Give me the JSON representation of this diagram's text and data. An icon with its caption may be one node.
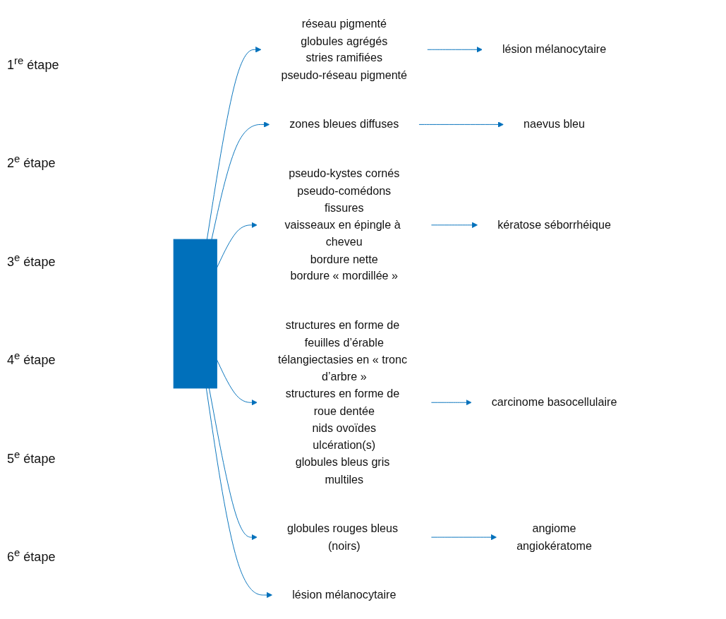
{
  "diagram": {
    "nodes": [
      {
        "text": [],
        "shape": "bar"
      },
      {
        "text": [
          "réseau pigmenté",
          "globules agrégés",
          "stries ramifiées",
          "pseudo-réseau pigmenté"
        ]
      },
      {
        "text": [
          "lésion mélanocytaire"
        ]
      },
      {
        "text": [
          "zones bleues diffuses"
        ]
      },
      {
        "text": [
          "naevus bleu"
        ]
      },
      {
        "text": [
          "pseudo-kystes cornés",
          "pseudo-comédons",
          "fissures",
          "vaisseaux en épingle à cheveu",
          "bordure nette",
          "bordure « mordillée »"
        ]
      },
      {
        "text": [
          "kératose séborrhéique"
        ]
      },
      {
        "text": [
          "structures en forme de feuilles d’érable",
          "télangiectasies en « tronc d’arbre »",
          "structures en forme de roue dentée",
          "nids ovoïdes",
          "ulcération(s)",
          "globules bleus gris multiles"
        ]
      },
      {
        "text": [
          "carcinome basocellulaire"
        ]
      },
      {
        "text": [
          "globules rouges bleus (noirs)"
        ]
      },
      {
        "text": [
          "angiome",
          "angiokératome"
        ]
      },
      {
        "text": [
          "lésion mélanocytaire"
        ]
      }
    ],
    "edges": [
      {
        "from": 0,
        "to": 1,
        "arrow": "to"
      },
      {
        "from": 1,
        "to": 2,
        "arrow": "to"
      },
      {
        "from": 0,
        "to": 3,
        "arrow": "to"
      },
      {
        "from": 3,
        "to": 4,
        "arrow": "to"
      },
      {
        "from": 0,
        "to": 5,
        "arrow": "to"
      },
      {
        "from": 5,
        "to": 6,
        "arrow": "to"
      },
      {
        "from": 0,
        "to": 7,
        "arrow": "to"
      },
      {
        "from": 7,
        "to": 8,
        "arrow": "to"
      },
      {
        "from": 0,
        "to": 9,
        "arrow": "to"
      },
      {
        "from": 9,
        "to": 10,
        "arrow": "to"
      },
      {
        "from": 0,
        "to": 11,
        "arrow": "to"
      }
    ],
    "labels": [
      "1$^{re}$ étape",
      "2$^{e}$ étape",
      "3$^{e}$ étape",
      "4$^{e}$ étape",
      "5$^{e}$ étape",
      "6$^{e}$ étape"
    ]
  }
}
